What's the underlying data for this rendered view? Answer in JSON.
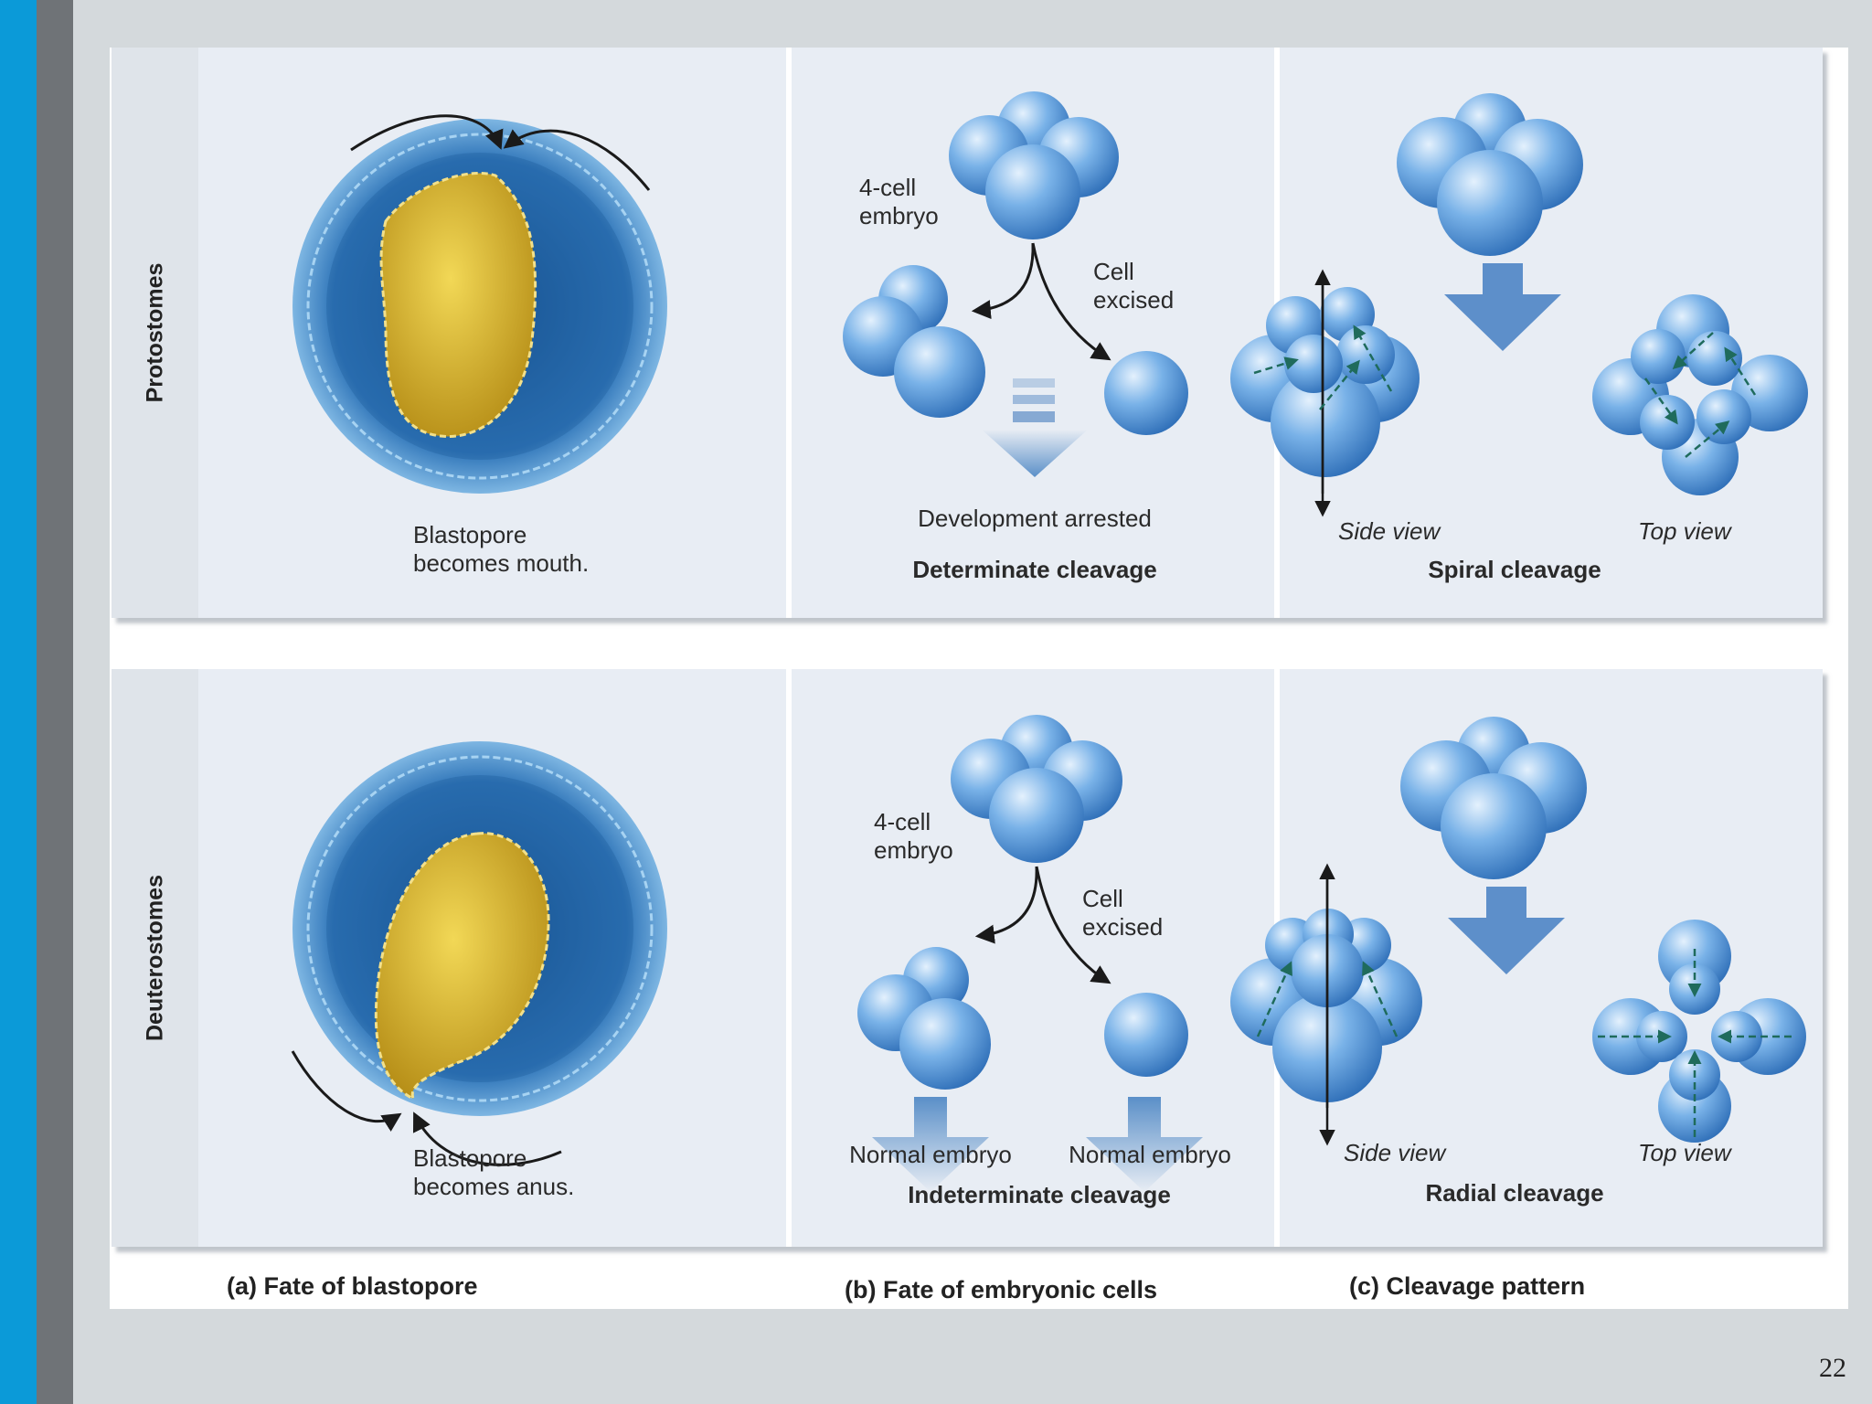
{
  "rows": {
    "protostomes": "Protostomes",
    "deuterostomes": "Deuterostomes"
  },
  "blastopore": {
    "protostome_label": "Blastopore\nbecomes mouth.",
    "deuterostome_label": "Blastopore\nbecomes anus."
  },
  "determinate": {
    "four_cell": "4-cell\nembryo",
    "cell_excised": "Cell\nexcised",
    "result": "Development arrested",
    "title": "Determinate cleavage"
  },
  "indeterminate": {
    "four_cell": "4-cell\nembryo",
    "cell_excised": "Cell\nexcised",
    "result_left": "Normal embryo",
    "result_right": "Normal embryo",
    "title": "Indeterminate cleavage"
  },
  "spiral": {
    "side_view": "Side view",
    "top_view": "Top view",
    "title": "Spiral cleavage"
  },
  "radial": {
    "side_view": "Side view",
    "top_view": "Top view",
    "title": "Radial cleavage"
  },
  "captions": {
    "a": "(a) Fate of blastopore",
    "b": "(b) Fate of embryonic cells",
    "c": "(c) Cleavage pattern"
  },
  "page_number": "22",
  "colors": {
    "cell_blue": "#5d9ad8",
    "yolk_yellow": "#d9b52c",
    "accent_blue": "#0b9ad8",
    "arrow_teal": "#1f6b5c"
  }
}
